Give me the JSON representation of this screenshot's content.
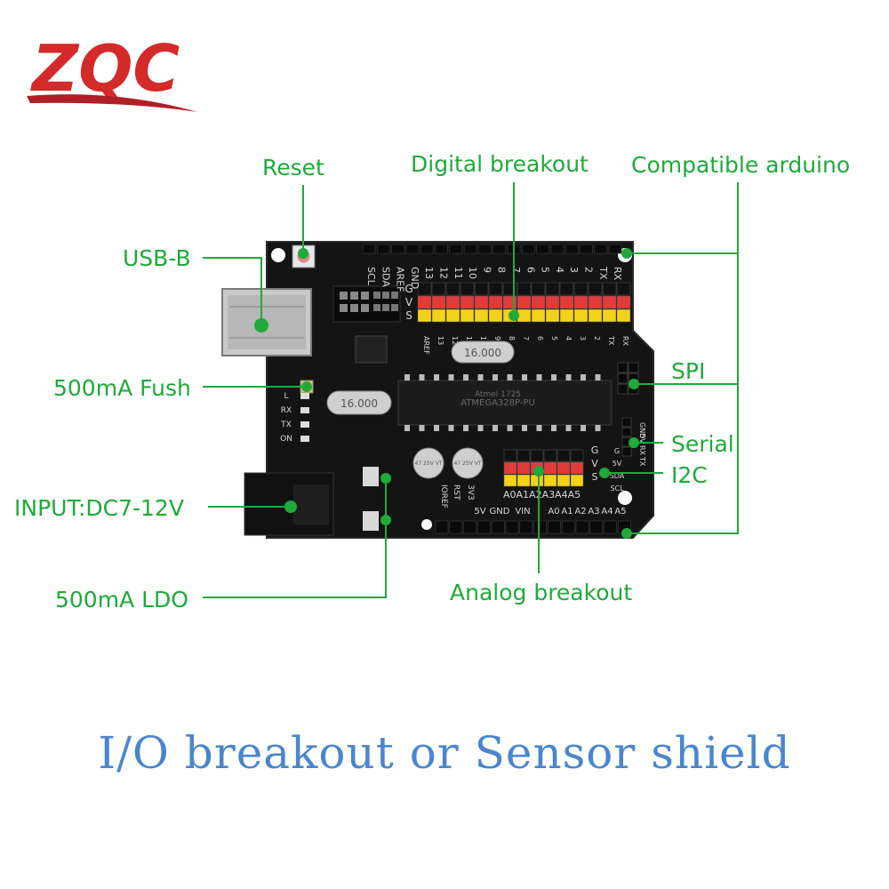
{
  "logo": {
    "text": "ZQC",
    "colors": {
      "letters": "#d42a2a",
      "swoosh": "#b01f26"
    }
  },
  "colors": {
    "callout": "#1faa3a",
    "caption": "#4a86cf",
    "board": "#141414"
  },
  "callouts": {
    "reset": "Reset",
    "usb_b": "USB-B",
    "fuse": "500mA Fush",
    "input": "INPUT:DC7-12V",
    "ldo": "500mA LDO",
    "digital": "Digital breakout",
    "compatible": "Compatible arduino",
    "spi": "SPI",
    "serial": "Serial",
    "i2c": "I2C",
    "analog": "Analog  breakout"
  },
  "board": {
    "top_pins": [
      "SCL",
      "SDA",
      "AREF",
      "GND",
      "13",
      "12",
      "11",
      "10",
      "9",
      "8",
      "7",
      "6",
      "5",
      "4",
      "3",
      "2",
      "TX",
      "RX"
    ],
    "row_labels": [
      "G",
      "V",
      "S"
    ],
    "digital_bottom_labels": [
      "AREF",
      "13",
      "12",
      "11",
      "10",
      "9",
      "8",
      "7",
      "6",
      "5",
      "4",
      "3",
      "2",
      "TX",
      "RX"
    ],
    "power_labels": [
      "IOREF",
      "RST",
      "3V3",
      "5V",
      "GND",
      "VIN"
    ],
    "analog_header_labels": [
      "A0",
      "A1",
      "A2",
      "A3",
      "A4",
      "A5"
    ],
    "analog_breakout_label": "A0A1A2A3A4A5",
    "led_labels": [
      "L",
      "RX",
      "TX",
      "ON"
    ],
    "serial_labels": [
      "GND",
      "5V",
      "RX",
      "TX"
    ],
    "i2c_labels": [
      "G",
      "5V",
      "SDA",
      "SCL"
    ],
    "crystal_1": "16.000",
    "crystal_2": "16.000",
    "chip_text": "ATMEGA328P-PU",
    "chip_sub": "Atmel 1725",
    "cap_1": "47 25V VT",
    "cap_2": "47 25V VT"
  },
  "caption": "I/O breakout or Sensor shield"
}
